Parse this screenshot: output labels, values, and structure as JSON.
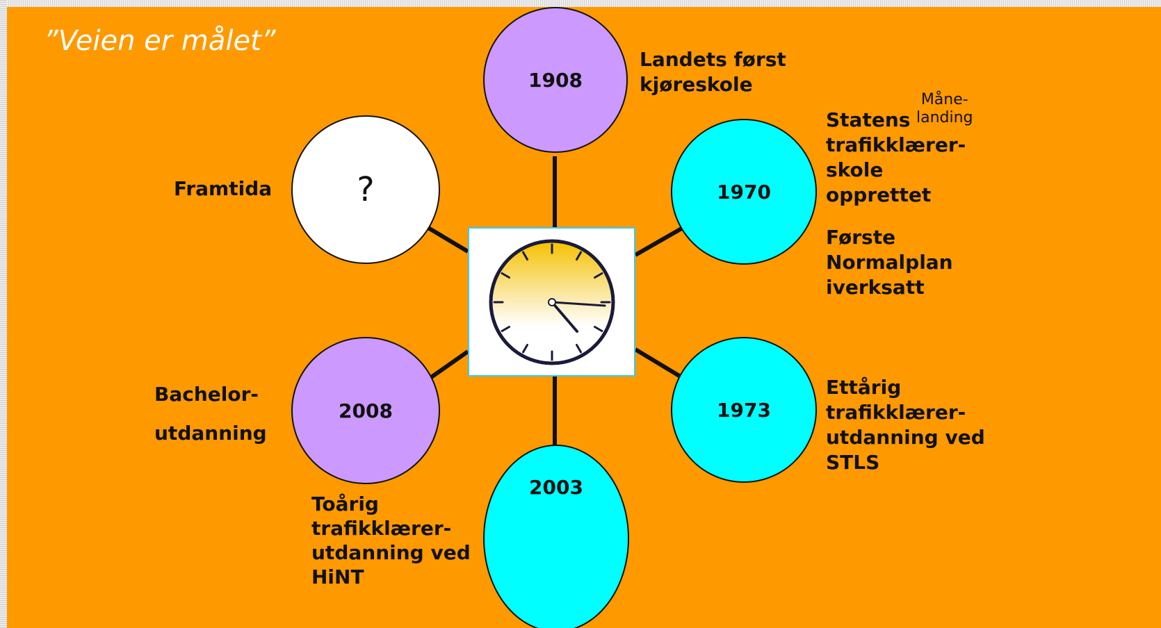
{
  "title": "”Veien er målet”",
  "nodes": [
    {
      "id": "1908",
      "label": "1908",
      "caption": [
        "Landets først",
        "kjøreskole"
      ]
    },
    {
      "id": "1970",
      "label": "1970",
      "caption": [
        "Statens",
        "trafikklærer-",
        "skole",
        "opprettet"
      ],
      "caption2": [
        "Første",
        "Normalplan",
        "iverksatt"
      ],
      "note": [
        "Måne-",
        "landing"
      ]
    },
    {
      "id": "1973",
      "label": "1973",
      "caption": [
        "Ettårig",
        "trafikklærer-",
        "utdanning ved",
        "STLS"
      ]
    },
    {
      "id": "2003",
      "label": "2003",
      "caption": [
        "Toårig",
        "trafikklærer-",
        "utdanning ved",
        "HiNT"
      ]
    },
    {
      "id": "2008",
      "label": "2008",
      "caption": [
        "Bachelor-",
        "utdanning"
      ]
    },
    {
      "id": "future",
      "label": "?",
      "caption": [
        "Framtida"
      ]
    }
  ],
  "colors": {
    "background": "#ff9900",
    "purple_node": "#cc99ff",
    "cyan_node": "#00ffff",
    "white_node": "#ffffff",
    "clock_frame": "#33ccff"
  },
  "clock_icon": "clock-icon"
}
